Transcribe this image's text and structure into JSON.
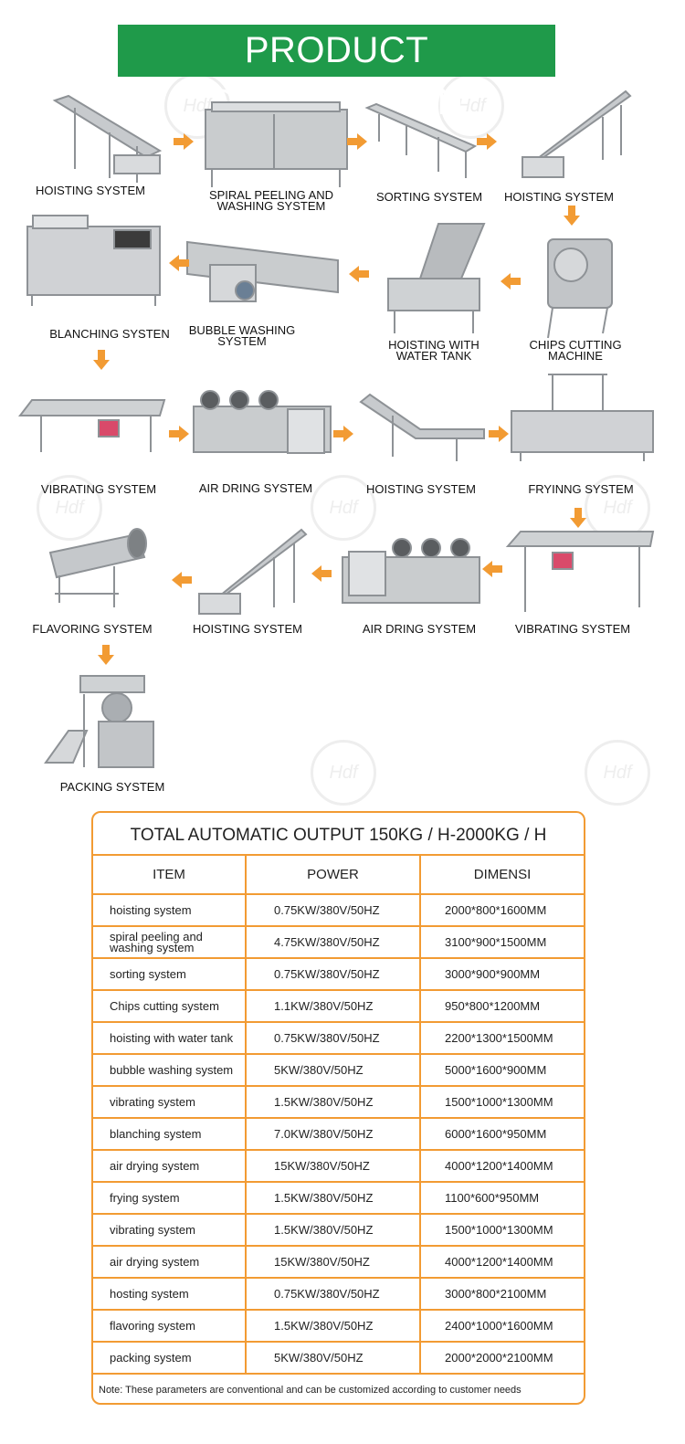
{
  "banner": {
    "title": "PRODUCT DESCRIPTION"
  },
  "watermark": {
    "text": "Hdf"
  },
  "flow": {
    "row1": [
      "HOISTING SYSTEM",
      "SPIRAL PEELING AND WASHING  SYSTEM",
      "SORTING SYSTEM",
      "HOISTING SYSTEM"
    ],
    "row2": [
      "BLANCHING  SYSTEN",
      "BUBBLE  WASHING SYSTEM",
      "HOISTING  WITH WATER TANK",
      "CHIPS CUTTING MACHINE"
    ],
    "row3": [
      "VIBRATING SYSTEM",
      "AIR DRING SYSTEM",
      "HOISTING SYSTEM",
      "FRYINNG SYSTEM"
    ],
    "row4": [
      "FLAVORING SYSTEM",
      "HOISTING SYSTEM",
      "AIR DRING SYSTEM",
      "VIBRATING SYSTEM"
    ],
    "row5": [
      "PACKING SYSTEM"
    ]
  },
  "spec": {
    "title": "TOTAL AUTOMATIC OUTPUT 150KG / H-2000KG / H",
    "headers": [
      "ITEM",
      "POWER",
      "DIMENSI"
    ],
    "rows": [
      [
        "hoisting system",
        "0.75KW/380V/50HZ",
        "2000*800*1600MM"
      ],
      [
        "spiral peeling and washing  system",
        "4.75KW/380V/50HZ",
        "3100*900*1500MM"
      ],
      [
        "sorting system",
        "0.75KW/380V/50HZ",
        "3000*900*900MM"
      ],
      [
        "Chips cutting system",
        "1.1KW/380V/50HZ",
        "950*800*1200MM"
      ],
      [
        "hoisting  with water tank",
        "0.75KW/380V/50HZ",
        "2200*1300*1500MM"
      ],
      [
        "bubble  washing system",
        "5KW/380V/50HZ",
        "5000*1600*900MM"
      ],
      [
        "vibrating system",
        "1.5KW/380V/50HZ",
        "1500*1000*1300MM"
      ],
      [
        "blanching  system",
        "7.0KW/380V/50HZ",
        "6000*1600*950MM"
      ],
      [
        "air drying system",
        "15KW/380V/50HZ",
        "4000*1200*1400MM"
      ],
      [
        "frying system",
        "1.5KW/380V/50HZ",
        "1100*600*950MM"
      ],
      [
        "vibrating system",
        "1.5KW/380V/50HZ",
        "1500*1000*1300MM"
      ],
      [
        "air drying system",
        "15KW/380V/50HZ",
        "4000*1200*1400MM"
      ],
      [
        "hosting system",
        "0.75KW/380V/50HZ",
        "3000*800*2100MM"
      ],
      [
        "flavoring system",
        "1.5KW/380V/50HZ",
        "2400*1000*1600MM"
      ],
      [
        "packing system",
        "5KW/380V/50HZ",
        "2000*2000*2100MM"
      ]
    ],
    "note": "Note: These parameters are conventional and can be customized according to customer needs"
  },
  "colors": {
    "banner": "#1f9a4a",
    "accent": "#f29b33",
    "steel": "#b9bcbf"
  }
}
